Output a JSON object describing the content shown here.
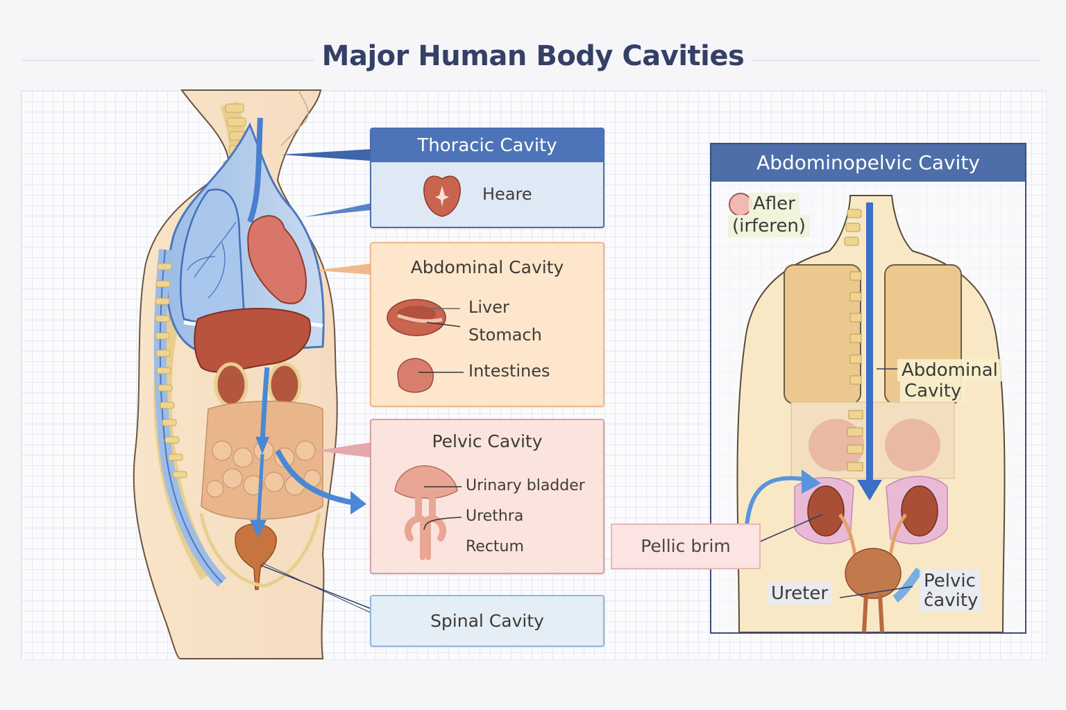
{
  "title": "Major Human Body Cavities",
  "left_figure": {
    "view": "lateral sagittal section of torso",
    "callouts": [
      {
        "id": "thoracic",
        "title": "Thoracic Cavity",
        "items": [
          "Heare"
        ],
        "color": "#4d74b8"
      },
      {
        "id": "abdominal",
        "title": "Abdominal Cavity",
        "items": [
          "Liver",
          "Stomach",
          "Intestines"
        ],
        "color": "#f0b888"
      },
      {
        "id": "pelvic",
        "title": "Pelvic Cavity",
        "items": [
          "Urinary bladder",
          "Urethra",
          "Rectum"
        ],
        "color": "#d8a0a4"
      },
      {
        "id": "spinal",
        "title": "Spinal Cavity",
        "items": [],
        "color": "#8fb6e2"
      }
    ]
  },
  "right_figure": {
    "title": "Abdominopelvic Cavity",
    "view": "posterior torso",
    "legend": {
      "line1": "Afler",
      "line2": "(irferen)",
      "swatch_color": "#f2b8b4"
    },
    "labels": {
      "abdominal": "Abdominal\nCavity",
      "abdominal_line1": "Abdominal",
      "abdominal_line2": "Cavity",
      "ureter": "Ureter",
      "pelvic_line1": "Pelvic",
      "pelvic_line2": "ĉavity",
      "pelvic_brim": "Pellic brim"
    }
  },
  "colors": {
    "title": "#344066",
    "thoracic_header": "#4d74b8",
    "abdominopelvic_header": "#4d6ea8",
    "organ_red": "#c9644f",
    "skin": "#f7dfc0",
    "arrow_blue": "#4a88d6"
  }
}
